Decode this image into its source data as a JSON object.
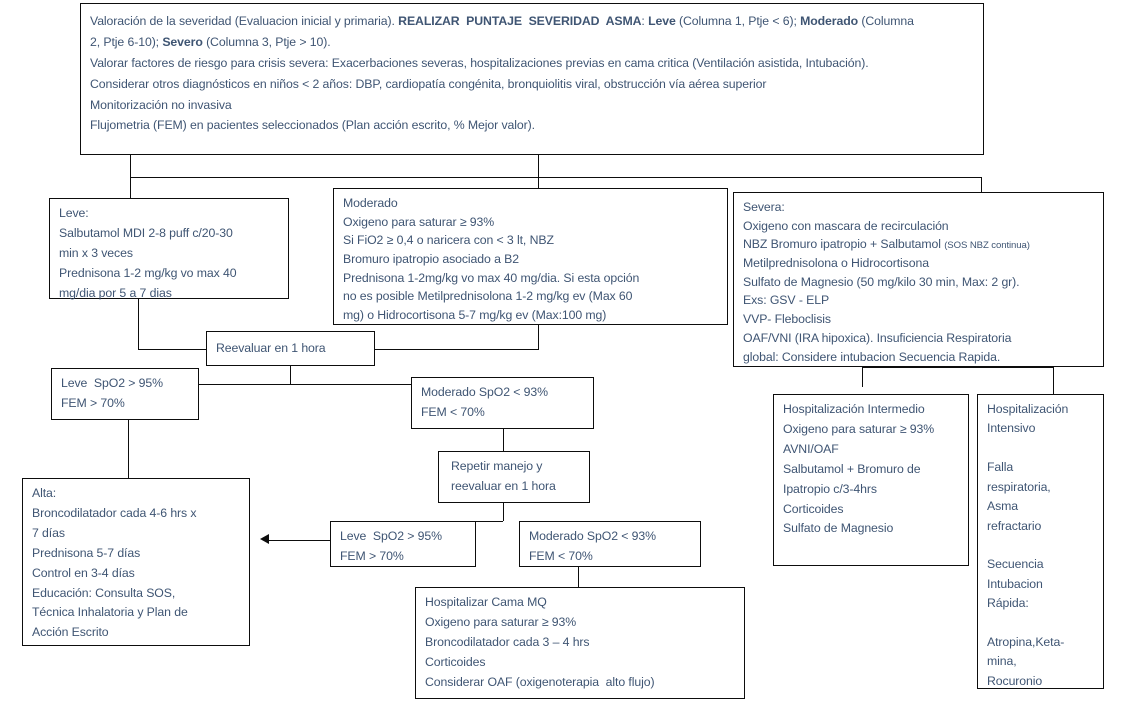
{
  "meta": {
    "title": "Manejo de Crisis Asmatica - Flujograma",
    "text_color": "#3f5573",
    "border_color": "#0d0d0d",
    "background": "#ffffff"
  },
  "nodes": {
    "assessment": {
      "name": "valoracion-severidad",
      "lines": [
        {
          "segments": [
            {
              "text": "Valoración de la severidad (Evaluacion inicial y primaria). ",
              "bold": false
            },
            {
              "text": "REALIZAR  PUNTAJE  SEVERIDAD  ASMA",
              "bold": true
            },
            {
              "text": ": ",
              "bold": false
            },
            {
              "text": "Leve",
              "bold": true
            },
            {
              "text": " (Columna 1, Ptje < 6); ",
              "bold": false
            },
            {
              "text": "Moderado",
              "bold": true
            },
            {
              "text": " (Columna",
              "bold": false
            }
          ]
        },
        {
          "segments": [
            {
              "text": "2, Ptje 6-10); ",
              "bold": false
            },
            {
              "text": "Severo",
              "bold": true
            },
            {
              "text": " (Columna 3, Ptje > 10).",
              "bold": false
            }
          ]
        },
        {
          "segments": [
            {
              "text": "Valorar factores de riesgo para crisis severa: Exacerbaciones severas, hospitalizaciones previas en cama critica (Ventilación asistida, Intubación).",
              "bold": false
            }
          ]
        },
        {
          "segments": [
            {
              "text": "Considerar otros diagnósticos en niños < 2 años: DBP, cardiopatía congénita, bronquiolitis viral, obstrucción vía aérea superior",
              "bold": false
            }
          ]
        },
        {
          "segments": [
            {
              "text": "Monitorización no invasiva",
              "bold": false
            }
          ]
        },
        {
          "segments": [
            {
              "text": "Flujometria (FEM) en pacientes seleccionados (Plan acción escrito, % Mejor valor).",
              "bold": false
            }
          ]
        }
      ]
    },
    "leve": {
      "name": "leve-tratamiento",
      "lines": [
        "Leve:",
        "Salbutamol MDI 2-8 puff c/20-30",
        "min x 3 veces",
        "Prednisona 1-2 mg/kg vo max 40",
        "mg/dia por 5 a 7 dias"
      ]
    },
    "moderado": {
      "name": "moderado-tratamiento",
      "lines": [
        "Moderado",
        "Oxigeno para saturar ≥ 93%",
        "Si FiO2 ≥ 0,4 o naricera con < 3 lt, NBZ",
        "Bromuro ipatropio asociado a B2",
        "Prednisona 1-2mg/kg vo max 40 mg/dia. Si esta opción",
        "no es posible Metilprednisolona 1-2 mg/kg ev (Max 60",
        "mg) o Hidrocortisona 5-7 mg/kg ev (Max:100 mg)"
      ]
    },
    "severa": {
      "name": "severa-tratamiento",
      "lines": [
        {
          "segments": [
            {
              "text": "Severa:",
              "small": false
            }
          ]
        },
        {
          "segments": [
            {
              "text": "Oxigeno con mascara de recirculación",
              "small": false
            }
          ]
        },
        {
          "segments": [
            {
              "text": "NBZ Bromuro ipatropio + Salbutamol ",
              "small": false
            },
            {
              "text": "(SOS NBZ continua)",
              "small": true
            }
          ]
        },
        {
          "segments": [
            {
              "text": "Metilprednisolona o Hidrocortisona",
              "small": false
            }
          ]
        },
        {
          "segments": [
            {
              "text": "Sulfato de Magnesio (50 mg/kilo 30 min, Max: 2 gr).",
              "small": false
            }
          ]
        },
        {
          "segments": [
            {
              "text": "Exs: GSV - ELP",
              "small": false
            }
          ]
        },
        {
          "segments": [
            {
              "text": "VVP- Fleboclisis",
              "small": false
            }
          ]
        },
        {
          "segments": [
            {
              "text": "OAF/VNI (IRA hipoxica). Insuficiencia Respiratoria",
              "small": false
            }
          ]
        },
        {
          "segments": [
            {
              "text": "global: Considere intubacion Secuencia Rapida.",
              "small": false
            }
          ]
        }
      ]
    },
    "reevaluar1": {
      "name": "reevaluar-1-hora",
      "lines": [
        "Reevaluar en 1 hora"
      ]
    },
    "leve_spo2_a": {
      "name": "leve-spo2-resultado-1",
      "lines": [
        "Leve  SpO2 > 95%",
        "FEM > 70%"
      ]
    },
    "moderado_spo2_a": {
      "name": "moderado-spo2-resultado-1",
      "lines": [
        "Moderado SpO2 < 93%",
        "FEM < 70%"
      ]
    },
    "repetir": {
      "name": "repetir-manejo",
      "lines": [
        "Repetir manejo y",
        "reevaluar en 1 hora"
      ]
    },
    "leve_spo2_b": {
      "name": "leve-spo2-resultado-2",
      "lines": [
        "Leve  SpO2 > 95%",
        "FEM > 70%"
      ]
    },
    "moderado_spo2_b": {
      "name": "moderado-spo2-resultado-2",
      "lines": [
        "Moderado SpO2 < 93%",
        "FEM < 70%"
      ]
    },
    "alta": {
      "name": "alta-indicaciones",
      "lines": [
        "Alta:",
        "Broncodilatador cada 4-6 hrs x",
        "7 días",
        "Prednisona 5-7 días",
        "Control en 3-4 días",
        "Educación: Consulta SOS,",
        "Técnica Inhalatoria y Plan de",
        "Acción Escrito"
      ]
    },
    "hospitalizar_mq": {
      "name": "hospitalizar-cama-mq",
      "lines": [
        "Hospitalizar Cama MQ",
        "Oxigeno para saturar ≥ 93%",
        "Broncodilatador cada 3 – 4 hrs",
        "Corticoides",
        "Considerar OAF (oxigenoterapia  alto flujo)"
      ]
    },
    "intermedio": {
      "name": "hospitalizacion-intermedio",
      "lines": [
        "Hospitalización Intermedio",
        "Oxigeno para saturar ≥ 93%",
        "AVNI/OAF",
        "Salbutamol + Bromuro de",
        "Ipatropio c/3-4hrs",
        "Corticoides",
        "Sulfato de Magnesio"
      ]
    },
    "intensivo": {
      "name": "hospitalizacion-intensivo",
      "lines": [
        "Hospitalización",
        "Intensivo",
        "",
        "Falla",
        "respiratoria,",
        "Asma",
        "refractario",
        "",
        "Secuencia",
        "Intubacion",
        "Rápida:",
        "",
        "Atropina,Keta-",
        "mina,",
        "Rocuronio"
      ]
    }
  }
}
